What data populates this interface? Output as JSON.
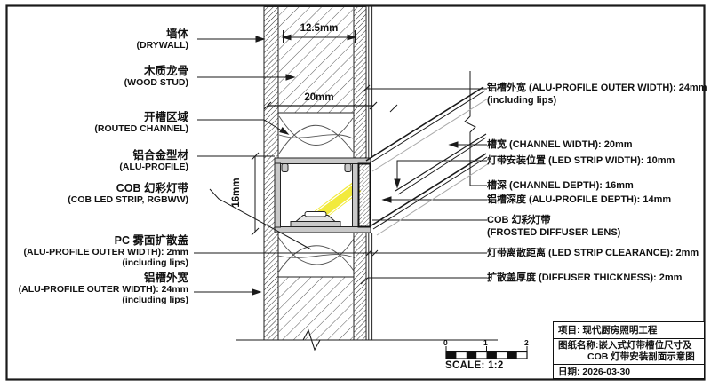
{
  "drawing": {
    "type": "cad-section-detail",
    "colors": {
      "line": "#1a1a1a",
      "profile_fill": "#c9c9c9",
      "led_beam": "#f2ea3c",
      "paper": "#ffffff"
    },
    "dimensions": {
      "drywall_width": "12.5mm",
      "channel_width": "20mm",
      "profile_height": "16mm"
    },
    "left_labels": [
      {
        "main": "墙体",
        "sub": "(DRYWALL)"
      },
      {
        "main": "木质龙骨",
        "sub": "(WOOD STUD)"
      },
      {
        "main": "开槽区域",
        "sub": "(ROUTED CHANNEL)"
      },
      {
        "main": "铝合金型材",
        "sub": "(ALU-PROFILE)"
      },
      {
        "main": "COB 幻彩灯带",
        "sub": "(COB LED STRIP, RGBWW)"
      },
      {
        "main": "PC 雾面扩散盖",
        "sub": "(ALU-PROFILE OUTER WIDTH): 2mm",
        "sub2": "(including lips)"
      },
      {
        "main": "铝槽外宽",
        "sub": "(ALU-PROFILE OUTER WIDTH): 24mm",
        "sub2": "(including lips)"
      }
    ],
    "right_labels": [
      {
        "line1": "铝槽外宽 (ALU-PROFILE OUTER WIDTH): 24mm",
        "line2": "(including lips)"
      },
      {
        "line1": "槽宽 (CHANNEL WIDTH): 20mm"
      },
      {
        "line1": "灯带安装位置 (LED STRIP WIDTH): 10mm"
      },
      {
        "line1": "槽深 (CHANNEL DEPTH): 16mm"
      },
      {
        "line1": "铝槽深度 (ALU-PROFILE DEPTH): 14mm"
      },
      {
        "line1": "COB 幻彩灯带",
        "line2": "(FROSTED DIFFUSER LENS)"
      },
      {
        "line1": "灯带离散距离 (LED STRIP CLEARANCE): 2mm"
      },
      {
        "line1": "扩散盖厚度 (DIFFUSER THICKNESS): 2mm"
      }
    ],
    "scale_bar": {
      "label": "SCALE: 1:2",
      "tick0": "0",
      "tick1": "1",
      "tick2": "2"
    },
    "title_block": {
      "project": "项目: 现代厨房照明工程",
      "sheet_name_line1": "图纸名称:嵌入式灯带槽位尺寸及",
      "sheet_name_line2": "COB 灯带安装剖面示意图",
      "date": "日期: 2026-03-30"
    }
  }
}
